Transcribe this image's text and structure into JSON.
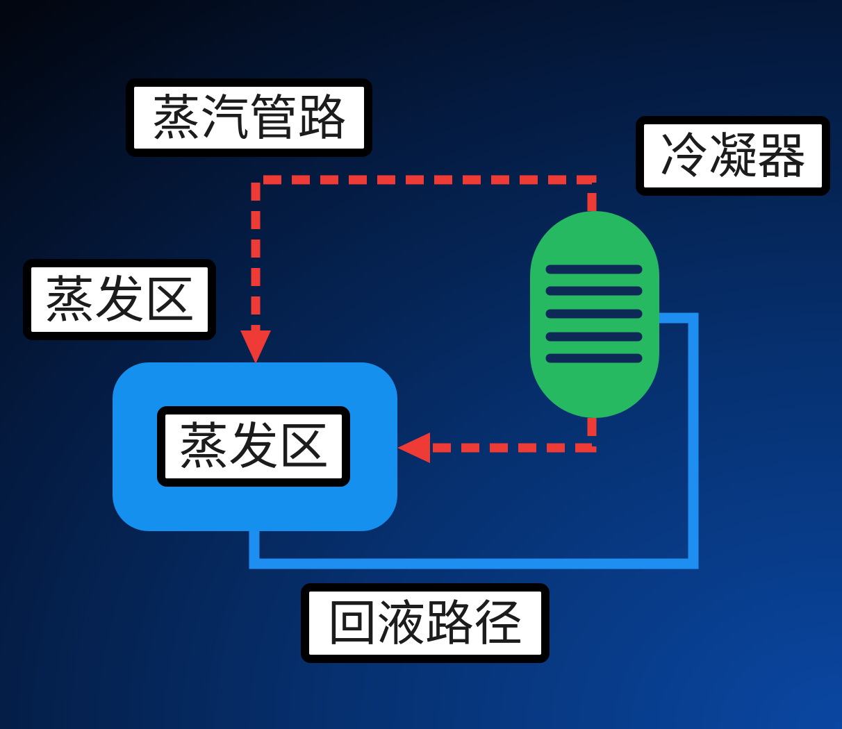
{
  "labels": {
    "vapor_pipe": "蒸汽管路",
    "condenser": "冷凝器",
    "evaporation_zone_outer": "蒸发区",
    "evaporation_zone_inner": "蒸发区",
    "return_path": "回液路径"
  },
  "colors": {
    "vapor_line": "#ef3b36",
    "liquid_line": "#1e8ef0",
    "condenser": "#27b862",
    "condenser_fins": "#0c2a55",
    "evaporator": "#1590ee",
    "label_background": "#ffffff",
    "label_border": "#000000"
  },
  "icons": {
    "condenser": "condenser-vessel-icon",
    "evaporator": "evaporator-block-icon",
    "arrow": "triangle-arrow-icon"
  }
}
